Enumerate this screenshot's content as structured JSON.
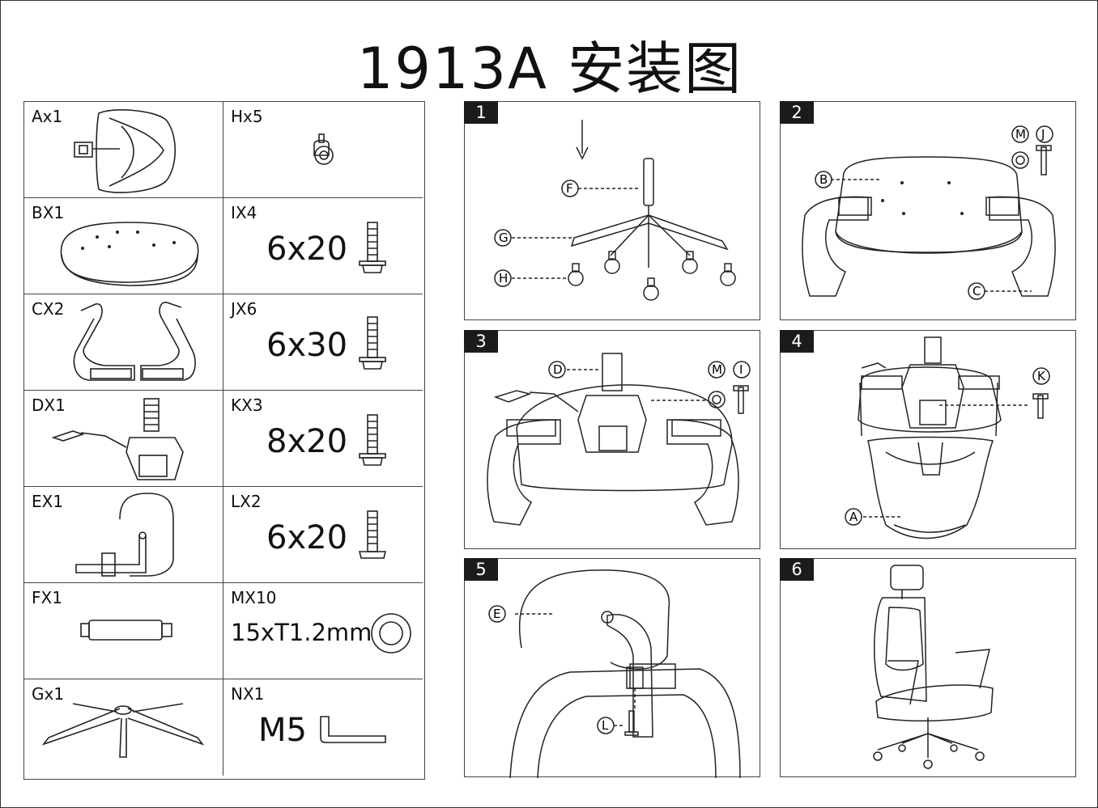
{
  "title": "1913A 安装图",
  "parts": [
    {
      "label": "Ax1"
    },
    {
      "label": "Hx5"
    },
    {
      "label": "BX1"
    },
    {
      "label": "IX4",
      "spec": "6x20"
    },
    {
      "label": "CX2"
    },
    {
      "label": "JX6",
      "spec": "6x30"
    },
    {
      "label": "DX1"
    },
    {
      "label": "KX3",
      "spec": "8x20"
    },
    {
      "label": "EX1"
    },
    {
      "label": "LX2",
      "spec": "6x20"
    },
    {
      "label": "FX1"
    },
    {
      "label": "MX10",
      "spec": "15xT1.2mm"
    },
    {
      "label": "Gx1"
    },
    {
      "label": "NX1",
      "spec": "M5"
    }
  ],
  "steps": [
    {
      "number": "1",
      "callouts": [
        "F",
        "G",
        "H"
      ]
    },
    {
      "number": "2",
      "callouts": [
        "M",
        "J",
        "B",
        "C"
      ]
    },
    {
      "number": "3",
      "callouts": [
        "D",
        "M",
        "I"
      ]
    },
    {
      "number": "4",
      "callouts": [
        "K",
        "A"
      ]
    },
    {
      "number": "5",
      "callouts": [
        "E",
        "L"
      ]
    },
    {
      "number": "6",
      "callouts": []
    }
  ]
}
